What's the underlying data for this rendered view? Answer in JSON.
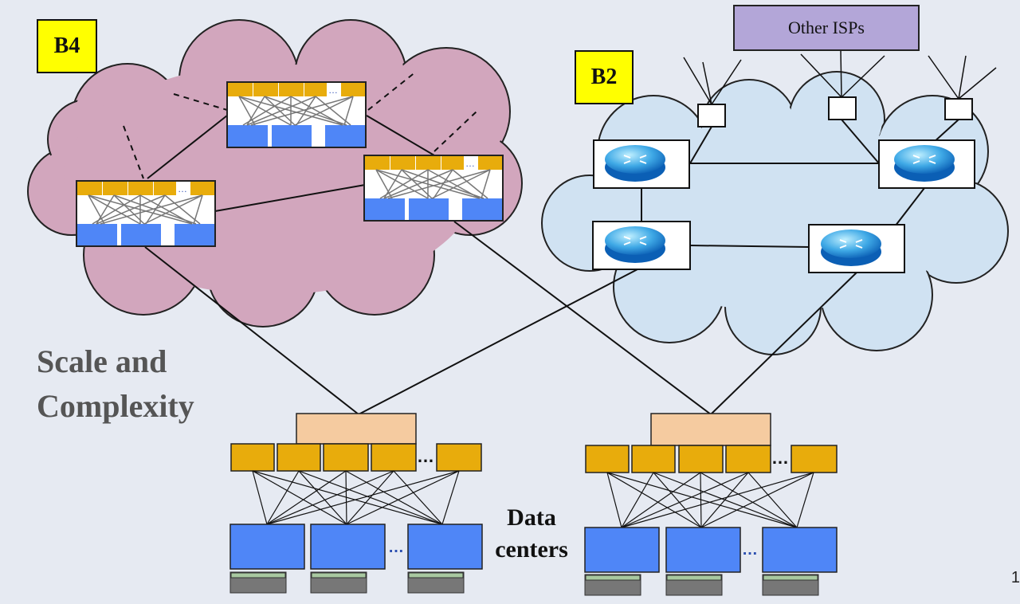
{
  "labels": {
    "b4": "B4",
    "b2": "B2",
    "other_isps": "Other ISPs",
    "scale_line1": "Scale and",
    "scale_line2": "Complexity",
    "dc_line1": "Data",
    "dc_line2": "centers",
    "ellipsis": "…",
    "page_number": "1"
  },
  "colors": {
    "background": "#e6eaf2",
    "b4_cloud": "#d2a6bd",
    "b2_cloud": "#d0e2f2",
    "switch_top": "#e8ac0c",
    "switch_bottom": "#4f86f7",
    "agg_block": "#f5cba0",
    "label_yellow": "#ffff00",
    "isp_purple": "#b3a6d8"
  },
  "icons": {
    "router": "router-icon",
    "server_rack": "server-rack-icon",
    "switch_fabric": "switch-fabric-icon"
  }
}
